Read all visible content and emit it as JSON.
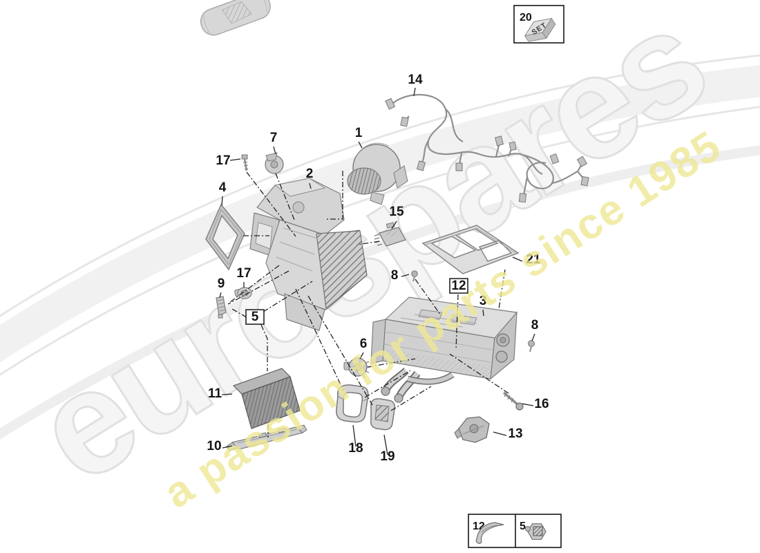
{
  "watermark": {
    "brand": "eurospares",
    "tagline": "a passion for parts since 1985",
    "tagline_color": "#efe99c",
    "brand_fill": "#f5f5f5",
    "brand_stroke": "#e0e0e0"
  },
  "set_box": {
    "label": "20",
    "brick_text": "SET"
  },
  "callouts": [
    {
      "text": "14"
    },
    {
      "text": "1"
    },
    {
      "text": "7"
    },
    {
      "text": "17"
    },
    {
      "text": "2"
    },
    {
      "text": "4"
    },
    {
      "text": "15"
    },
    {
      "text": "21"
    },
    {
      "text": "17"
    },
    {
      "text": "9"
    },
    {
      "text": "8"
    },
    {
      "text": "12"
    },
    {
      "text": "3"
    },
    {
      "text": "8"
    },
    {
      "text": "5"
    },
    {
      "text": "6"
    },
    {
      "text": "11"
    },
    {
      "text": "16"
    },
    {
      "text": "10"
    },
    {
      "text": "13"
    },
    {
      "text": "18"
    },
    {
      "text": "19"
    }
  ],
  "legend": {
    "cells": [
      {
        "label": "12"
      },
      {
        "label": "5"
      }
    ]
  },
  "colors": {
    "label": "#141414",
    "part_fill": "#d6d6d6",
    "part_stroke": "#7d7d7d",
    "line": "#222222"
  }
}
